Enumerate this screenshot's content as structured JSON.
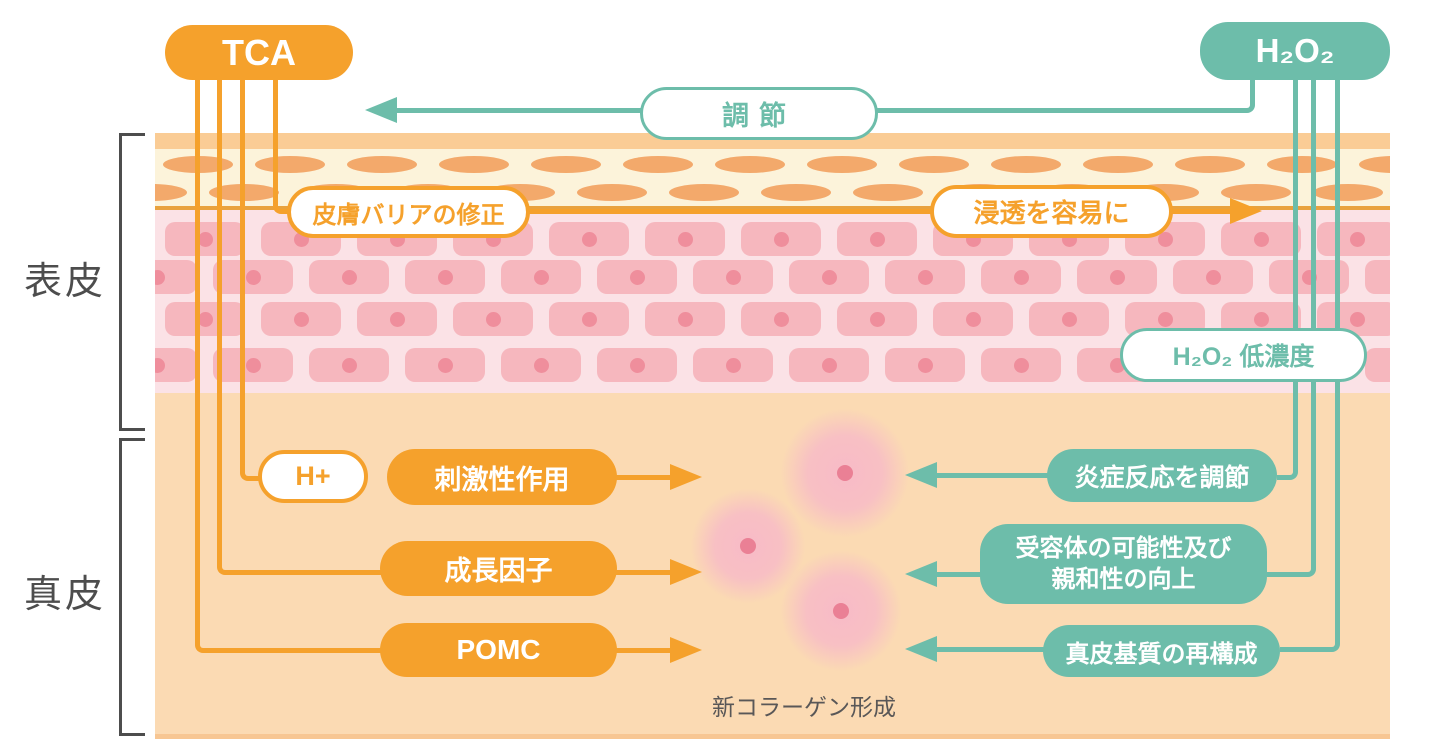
{
  "title_boxes": {
    "tca": "TCA",
    "h2o2": "H₂O₂"
  },
  "layer_labels": {
    "epidermis": "表皮",
    "dermis": "真皮"
  },
  "regulation_arrow_label": "調節",
  "epidermis_annotations": {
    "barrier_fix": "皮膚バリアの修正",
    "ease_penetration": "浸透を容易に",
    "low_concentration": "H₂O₂ 低濃度"
  },
  "tca_pathway": {
    "h_plus": "H+",
    "items": [
      {
        "label": "刺激性作用"
      },
      {
        "label": "成長因子"
      },
      {
        "label": "POMC"
      }
    ]
  },
  "h2o2_pathway": {
    "items": [
      {
        "label": "炎症反応を調節"
      },
      {
        "label_line1": "受容体の可能性及び",
        "label_line2": "親和性の向上"
      },
      {
        "label": "真皮基質の再構成"
      }
    ]
  },
  "bottom_caption": "新コラーゲン形成",
  "colors": {
    "orange": "#F5A12C",
    "teal": "#6DBDAA",
    "stratum_strip": "#FACC95",
    "stratum_band": "#FCF3DA",
    "corneocyte": "#F3A96B",
    "divider_line": "#E9A23E",
    "epidermis_band": "#FBE2E6",
    "keratinocyte": "#F6B7BE",
    "cell_nucleus": "#EF8E9C",
    "dermis_band": "#FBDAB3",
    "fibroblast_glow": "#F7B9C8",
    "label_gray": "#4D4D4D"
  }
}
